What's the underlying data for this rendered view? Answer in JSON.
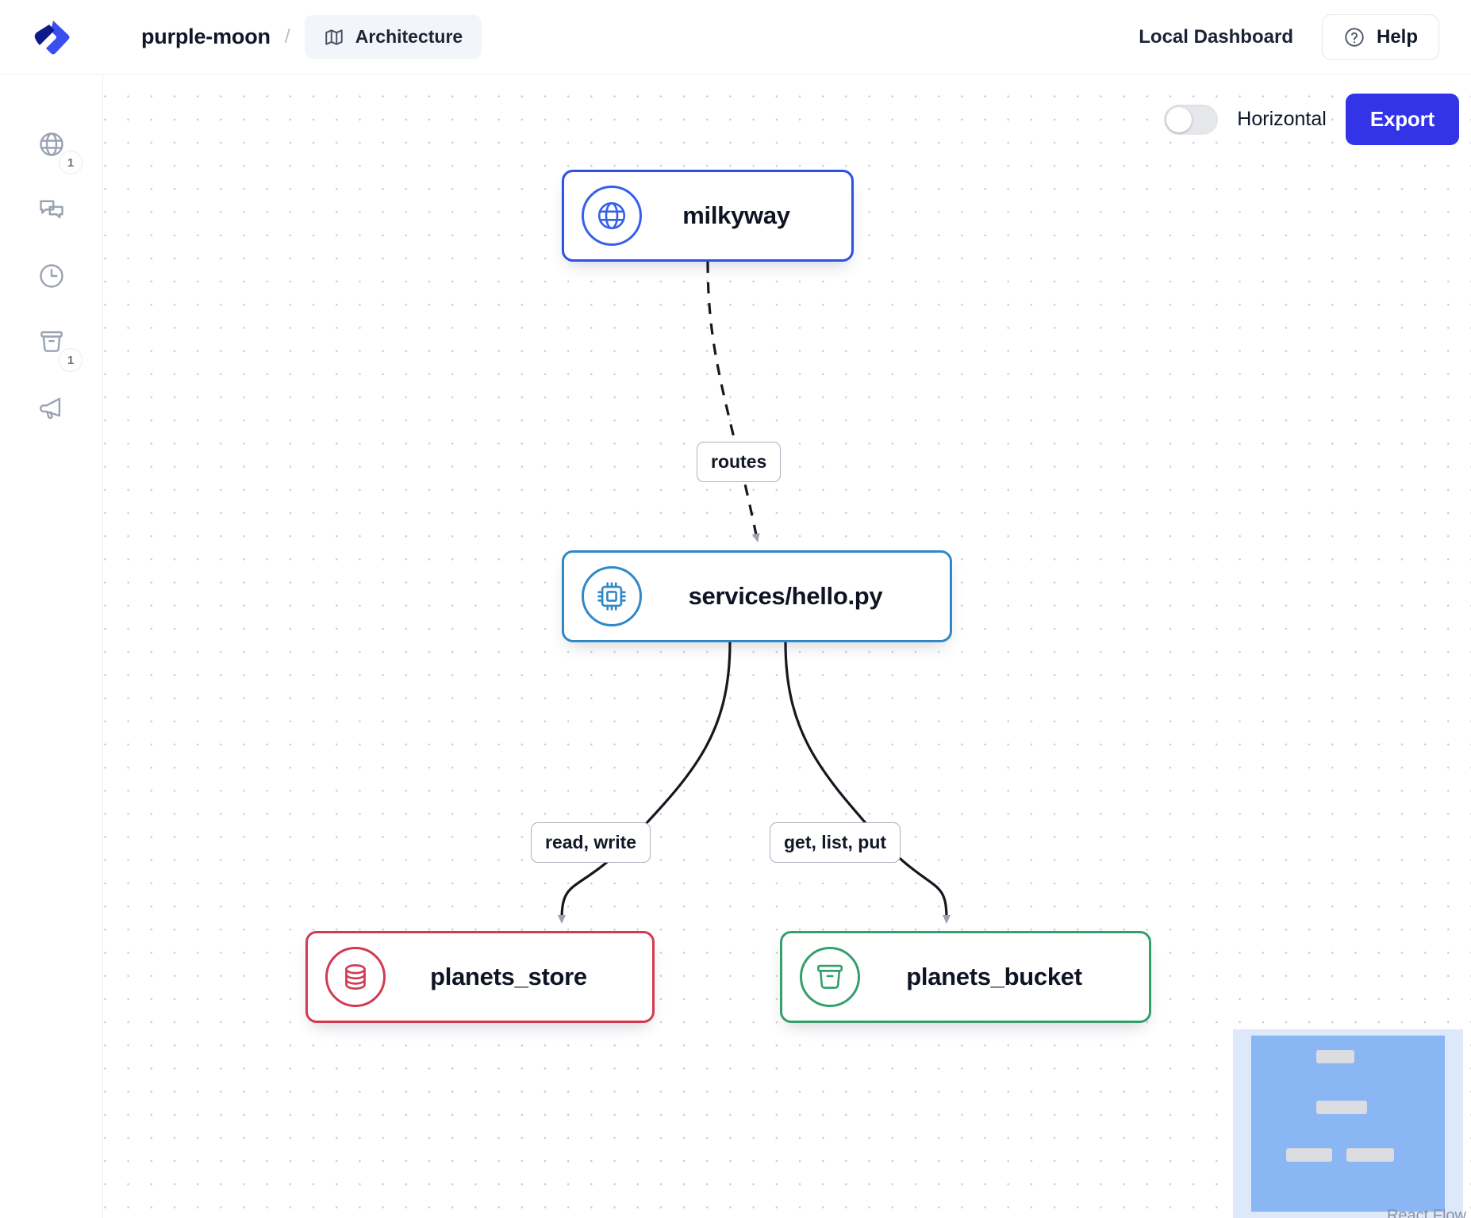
{
  "header": {
    "logo_icon": "app-logo-icon",
    "workspace": "purple-moon",
    "separator": "/",
    "tab": {
      "icon": "map-icon",
      "label": "Architecture"
    },
    "dashboard_label": "Local Dashboard",
    "help": {
      "icon": "question-circle-icon",
      "label": "Help"
    }
  },
  "sidebar": {
    "items": [
      {
        "icon": "globe-icon",
        "name": "endpoints",
        "badge": "1"
      },
      {
        "icon": "chat-icon",
        "name": "messages",
        "badge": ""
      },
      {
        "icon": "clock-icon",
        "name": "schedules",
        "badge": ""
      },
      {
        "icon": "bucket-icon",
        "name": "buckets",
        "badge": "1"
      },
      {
        "icon": "megaphone-icon",
        "name": "announcements",
        "badge": ""
      }
    ]
  },
  "toolbar": {
    "toggle": {
      "label": "Horizontal",
      "state": "off"
    },
    "export_label": "Export"
  },
  "diagram": {
    "nodes": [
      {
        "id": "milkyway",
        "label": "milkyway",
        "icon": "globe-icon",
        "color": "#2d50e6"
      },
      {
        "id": "service",
        "label": "services/hello.py",
        "icon": "cpu-chip-icon",
        "color": "#2f88c9"
      },
      {
        "id": "store",
        "label": "planets_store",
        "icon": "database-icon",
        "color": "#d23a52"
      },
      {
        "id": "bucket",
        "label": "planets_bucket",
        "icon": "bucket-icon",
        "color": "#35a06d"
      }
    ],
    "edges": [
      {
        "from": "milkyway",
        "to": "service",
        "label": "routes",
        "style": "dashed"
      },
      {
        "from": "service",
        "to": "store",
        "label": "read, write",
        "style": "solid"
      },
      {
        "from": "service",
        "to": "bucket",
        "label": "get, list, put",
        "style": "solid"
      }
    ]
  },
  "minimap": {
    "attribution": "React Flow",
    "viewport_color": "#8ab6f4",
    "background_color": "#dde8fb"
  }
}
